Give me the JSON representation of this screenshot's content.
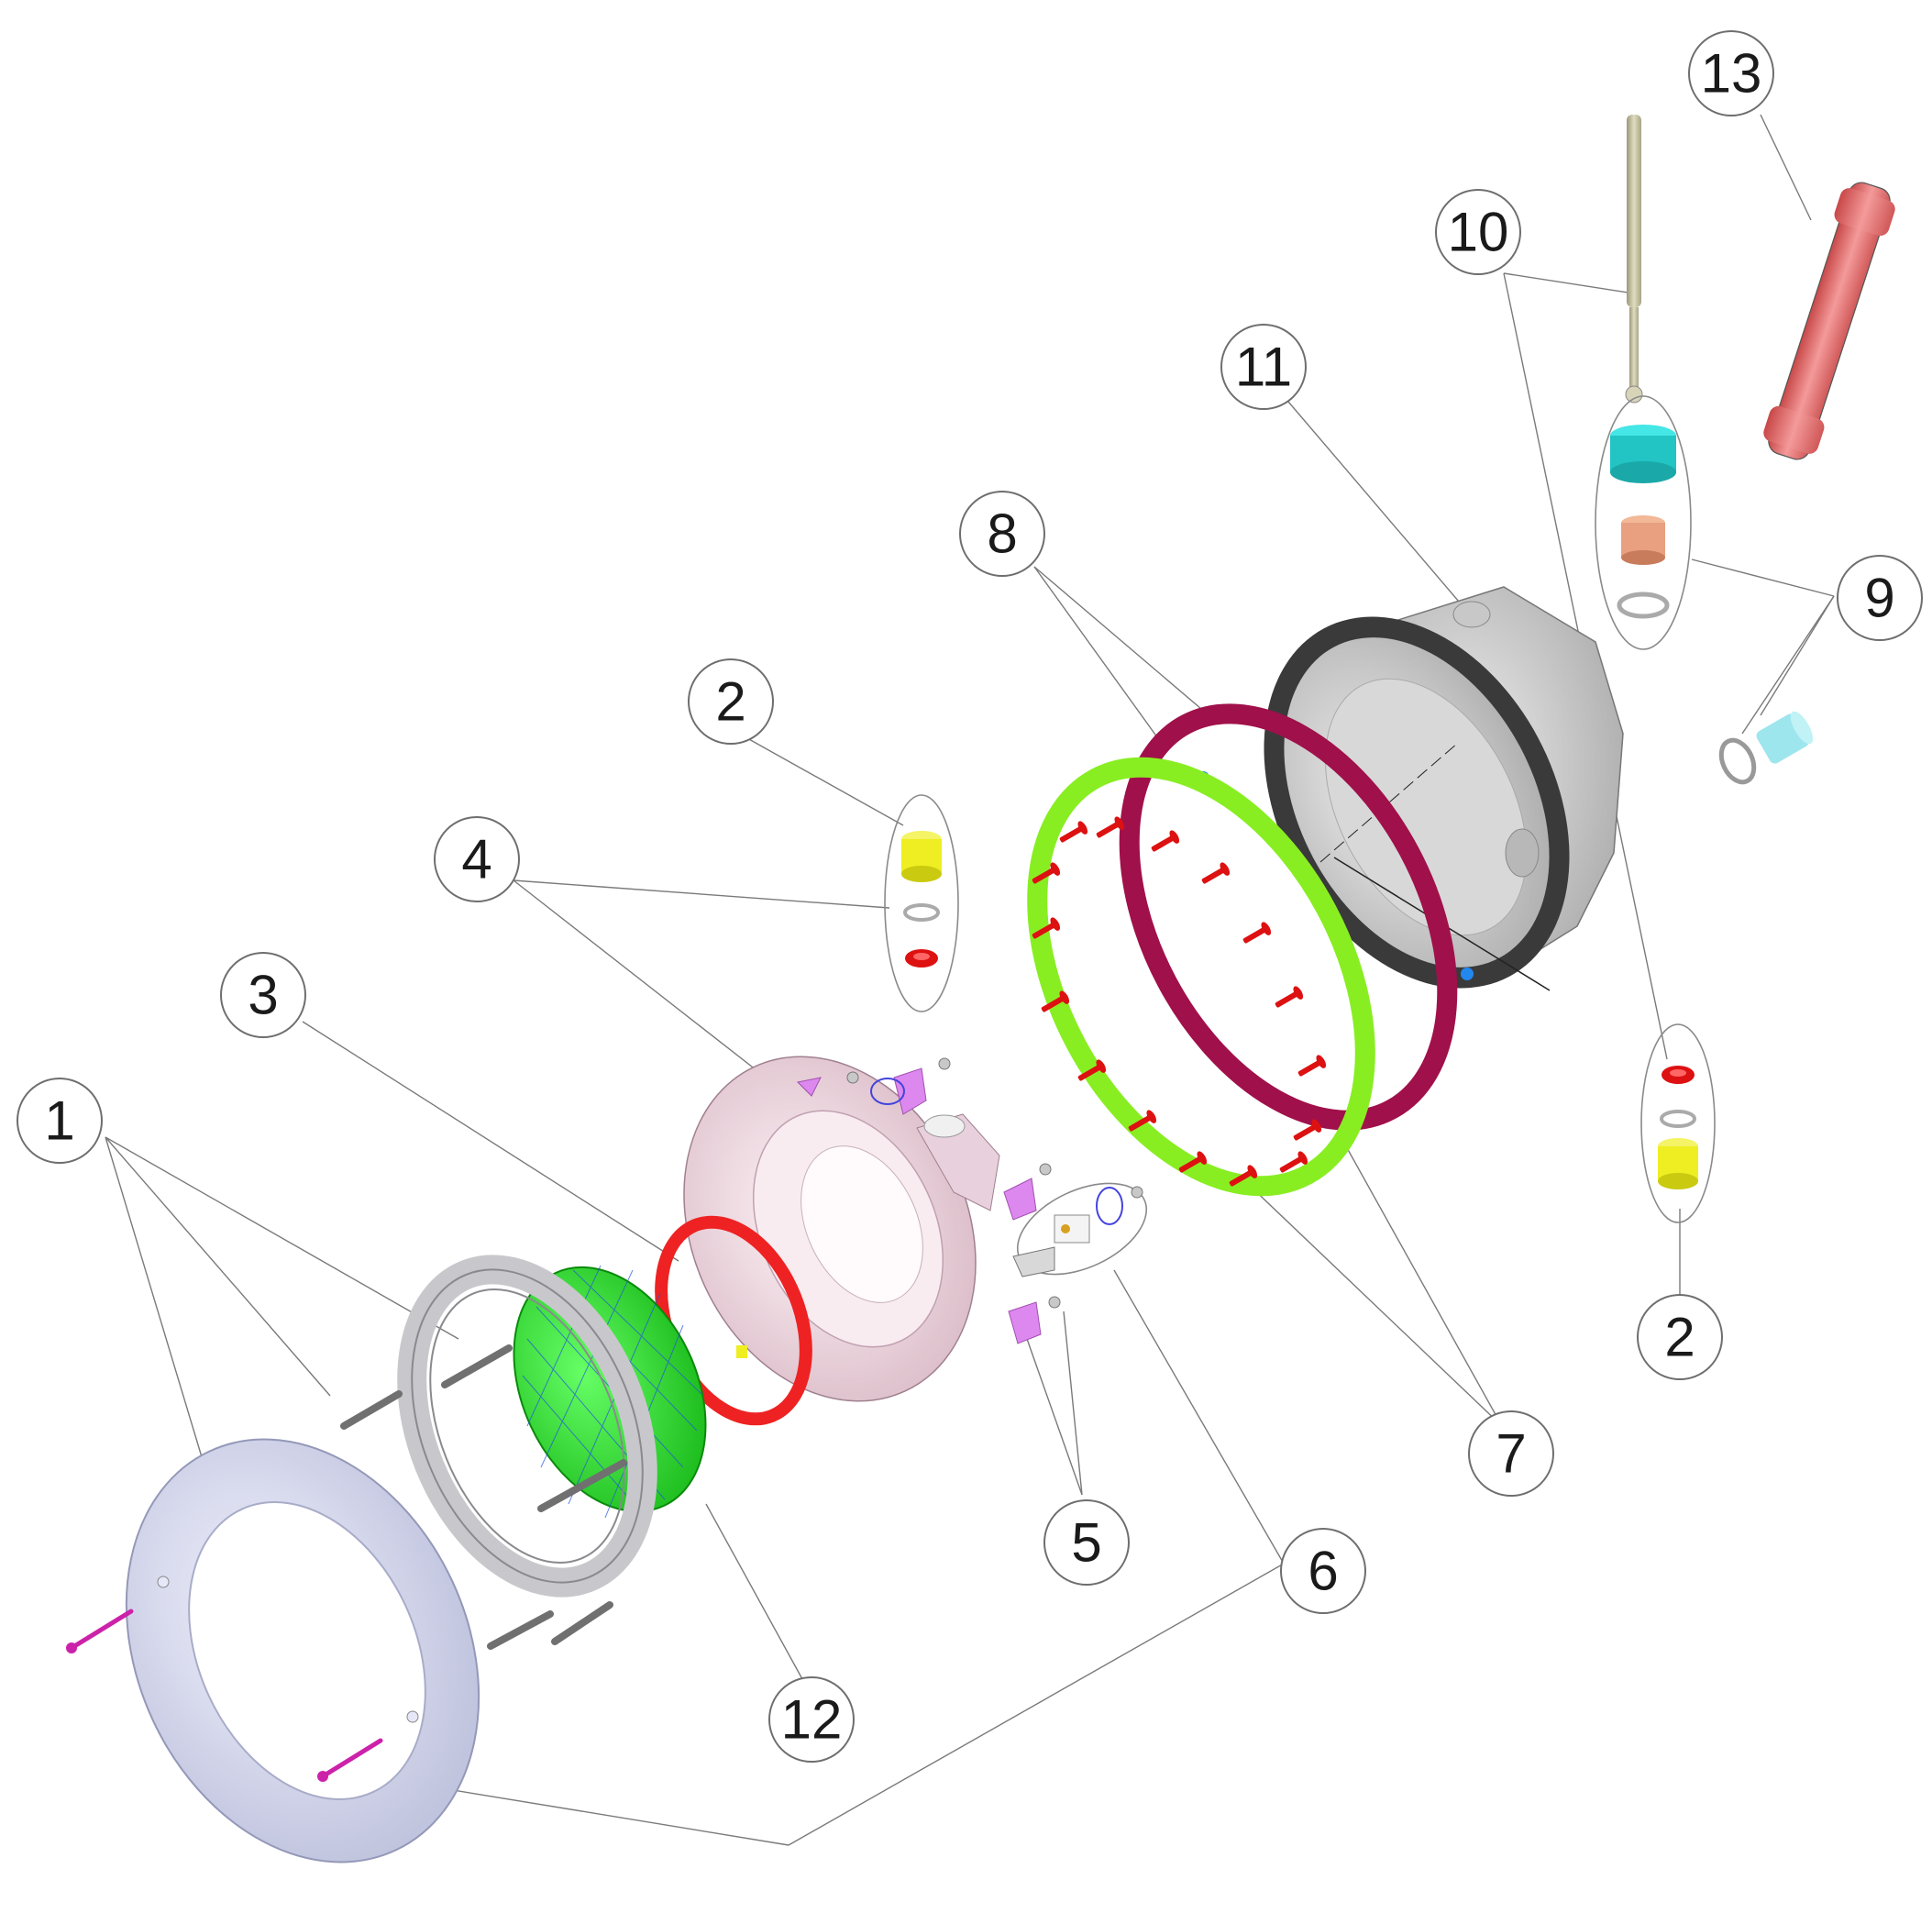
{
  "callouts": [
    {
      "label": "1"
    },
    {
      "label": "2"
    },
    {
      "label": "2"
    },
    {
      "label": "3"
    },
    {
      "label": "4"
    },
    {
      "label": "5"
    },
    {
      "label": "6"
    },
    {
      "label": "7"
    },
    {
      "label": "8"
    },
    {
      "label": "9"
    },
    {
      "label": "10"
    },
    {
      "label": "11"
    },
    {
      "label": "12"
    },
    {
      "label": "13"
    }
  ],
  "colors": {
    "front_ring": "#d4d6ec",
    "clamp_ring": "#c8c8cc",
    "lens": "#22dd22",
    "lens_grid": "#2255dd",
    "seal_ring": "#ee2222",
    "reflector_housing": "#f0d8e0",
    "bracket": "#dd88ee",
    "gasket_green": "#88ee22",
    "gasket_purple": "#a0104a",
    "niche_body": "#cfcfcf",
    "screw": "#dd1111",
    "gland_cyan": "#22cccc",
    "gland_copper": "#e8a080",
    "gland_yellow": "#eeee22",
    "conduit": "#ee7070",
    "rod": "#c8c4a0"
  }
}
